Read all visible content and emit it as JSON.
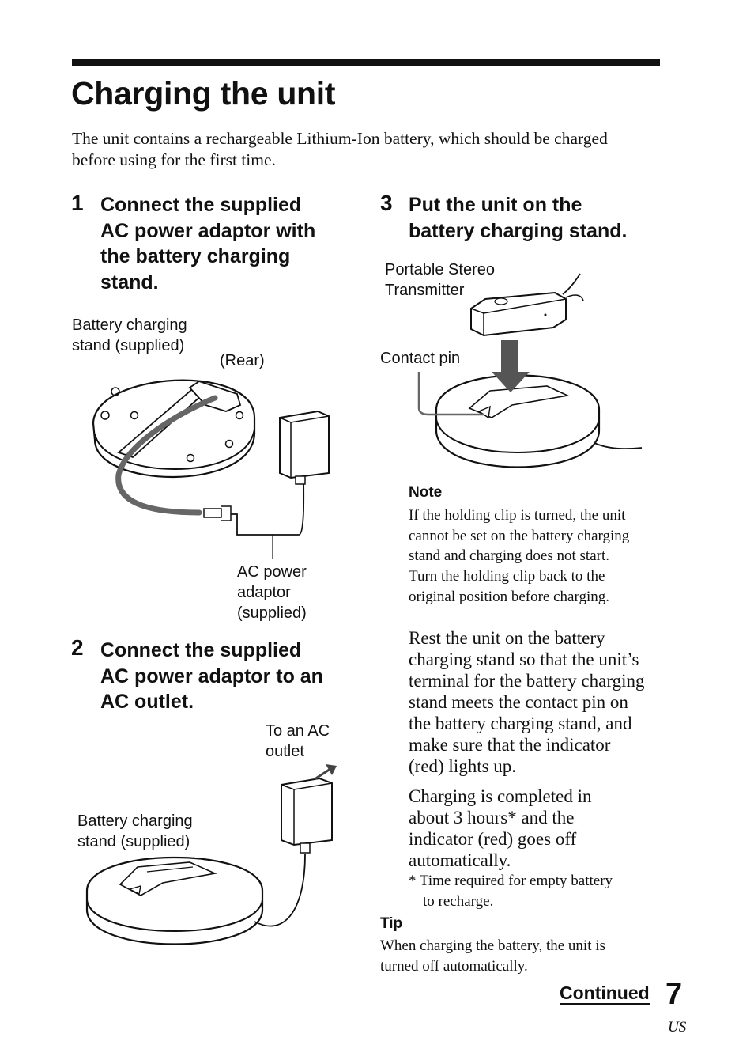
{
  "page": {
    "title": "Charging the unit",
    "intro": "The unit contains a rechargeable Lithium-Ion battery, which should be charged before using for the first time."
  },
  "steps": [
    {
      "number": "1",
      "lines": [
        "Connect the supplied",
        "AC power adaptor with",
        "the battery charging",
        "stand."
      ]
    },
    {
      "number": "2",
      "lines": [
        "Connect the supplied",
        "AC power adaptor to an",
        "AC outlet."
      ]
    },
    {
      "number": "3",
      "lines": [
        "Put the unit on the",
        "battery charging stand."
      ]
    }
  ],
  "figure1": {
    "stand_label": [
      "Battery charging",
      "stand (supplied)"
    ],
    "rear_label": "(Rear)",
    "adaptor_label": [
      "AC power",
      "adaptor",
      "(supplied)"
    ]
  },
  "figure2": {
    "outlet_label": [
      "To an AC",
      "outlet"
    ],
    "stand_label": [
      "Battery charging",
      "stand (supplied)"
    ]
  },
  "figure3": {
    "transmitter_label": [
      "Portable Stereo",
      "Transmitter"
    ],
    "contact_label": "Contact pin"
  },
  "note": {
    "heading": "Note",
    "lines": [
      "If the holding clip is turned, the unit",
      "cannot be set on the battery charging",
      "stand and charging does not start.",
      "Turn the holding clip back to the",
      "original position before charging."
    ]
  },
  "para1": [
    "Rest the unit on the battery",
    "charging stand so that the unit’s",
    "terminal for the battery charging",
    "stand meets the contact pin on",
    "the battery charging stand, and",
    "make sure that the indicator",
    "(red) lights up."
  ],
  "para2": [
    "Charging is completed in",
    "about 3 hours* and the",
    "indicator (red) goes off",
    "automatically."
  ],
  "footnote": [
    "* Time required for empty battery",
    "to recharge."
  ],
  "tip": {
    "heading": "Tip",
    "lines": [
      "When charging the battery, the unit is",
      "turned off automatically."
    ]
  },
  "footer": {
    "continued": "Continued",
    "page_number": "7",
    "region": "US"
  }
}
